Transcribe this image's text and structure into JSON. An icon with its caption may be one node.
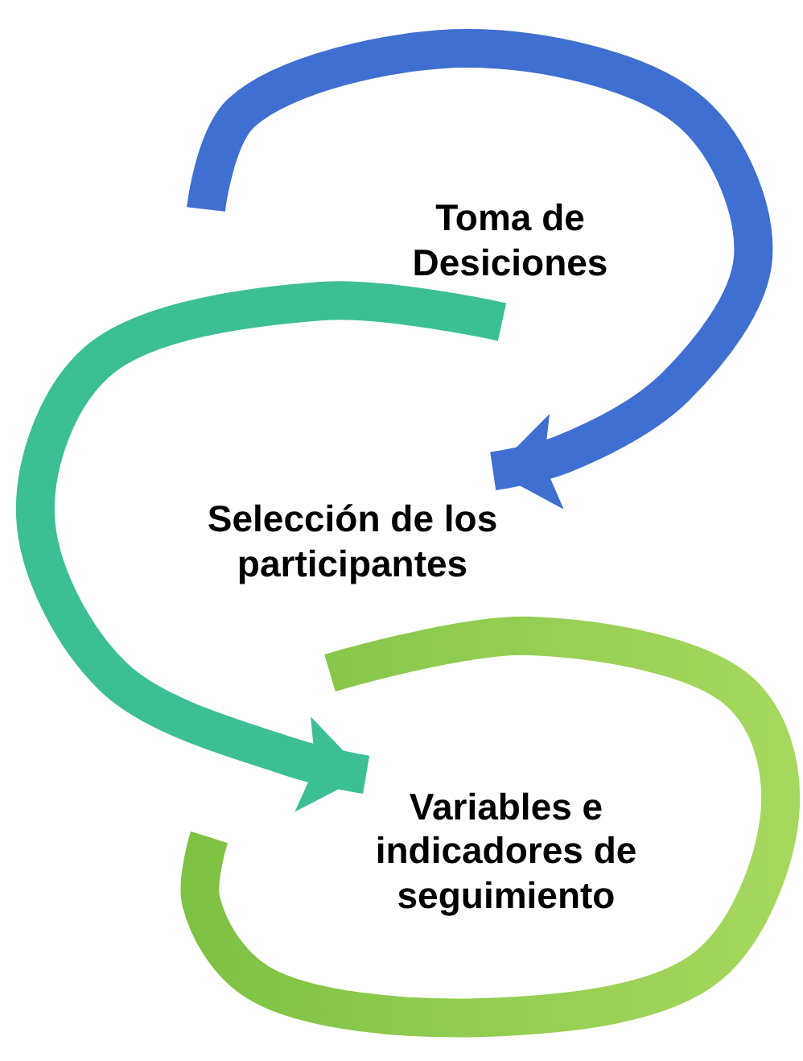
{
  "diagram": {
    "nodes": [
      {
        "text": [
          "Toma de Desiciones"
        ]
      },
      {
        "text": [
          "Selección de los participantes"
        ]
      },
      {
        "text": [
          "Variables e indicadores de seguimiento"
        ]
      }
    ],
    "edges": [
      {
        "from": null,
        "to": 1,
        "arrow": "to",
        "color": "#3f6fd0"
      },
      {
        "from": null,
        "to": 2,
        "arrow": "to",
        "color": "#3dbf95"
      }
    ]
  }
}
